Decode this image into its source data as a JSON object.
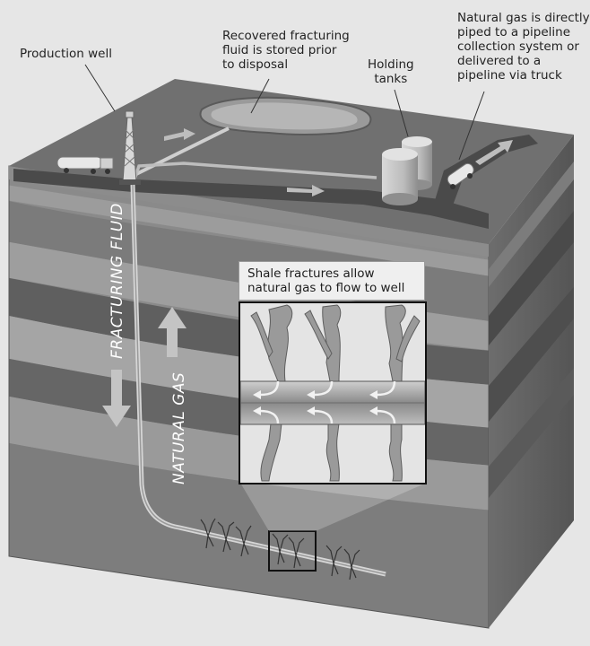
{
  "labels": {
    "production_well": "Production well",
    "recovered_fluid": [
      "Recovered fracturing",
      "fluid is stored prior",
      "to disposal"
    ],
    "holding_tanks": [
      "Holding",
      "tanks"
    ],
    "natural_gas_piped": [
      "Natural gas is directly",
      "piped to a pipeline",
      "collection system or",
      "delivered to a",
      "pipeline via truck"
    ],
    "inset_title": [
      "Shale fractures allow",
      "natural gas to flow to well"
    ],
    "fracturing_fluid": "FRACTURING FLUID",
    "natural_gas": "NATURAL GAS"
  },
  "colors": {
    "background": "#e6e6e6",
    "surface_top": "#6f6f6f",
    "road": "#4a4a4a",
    "strata_light": "#a9a9a9",
    "strata_dark": "#6a6a6a",
    "arrow": "#bdbdbd"
  }
}
